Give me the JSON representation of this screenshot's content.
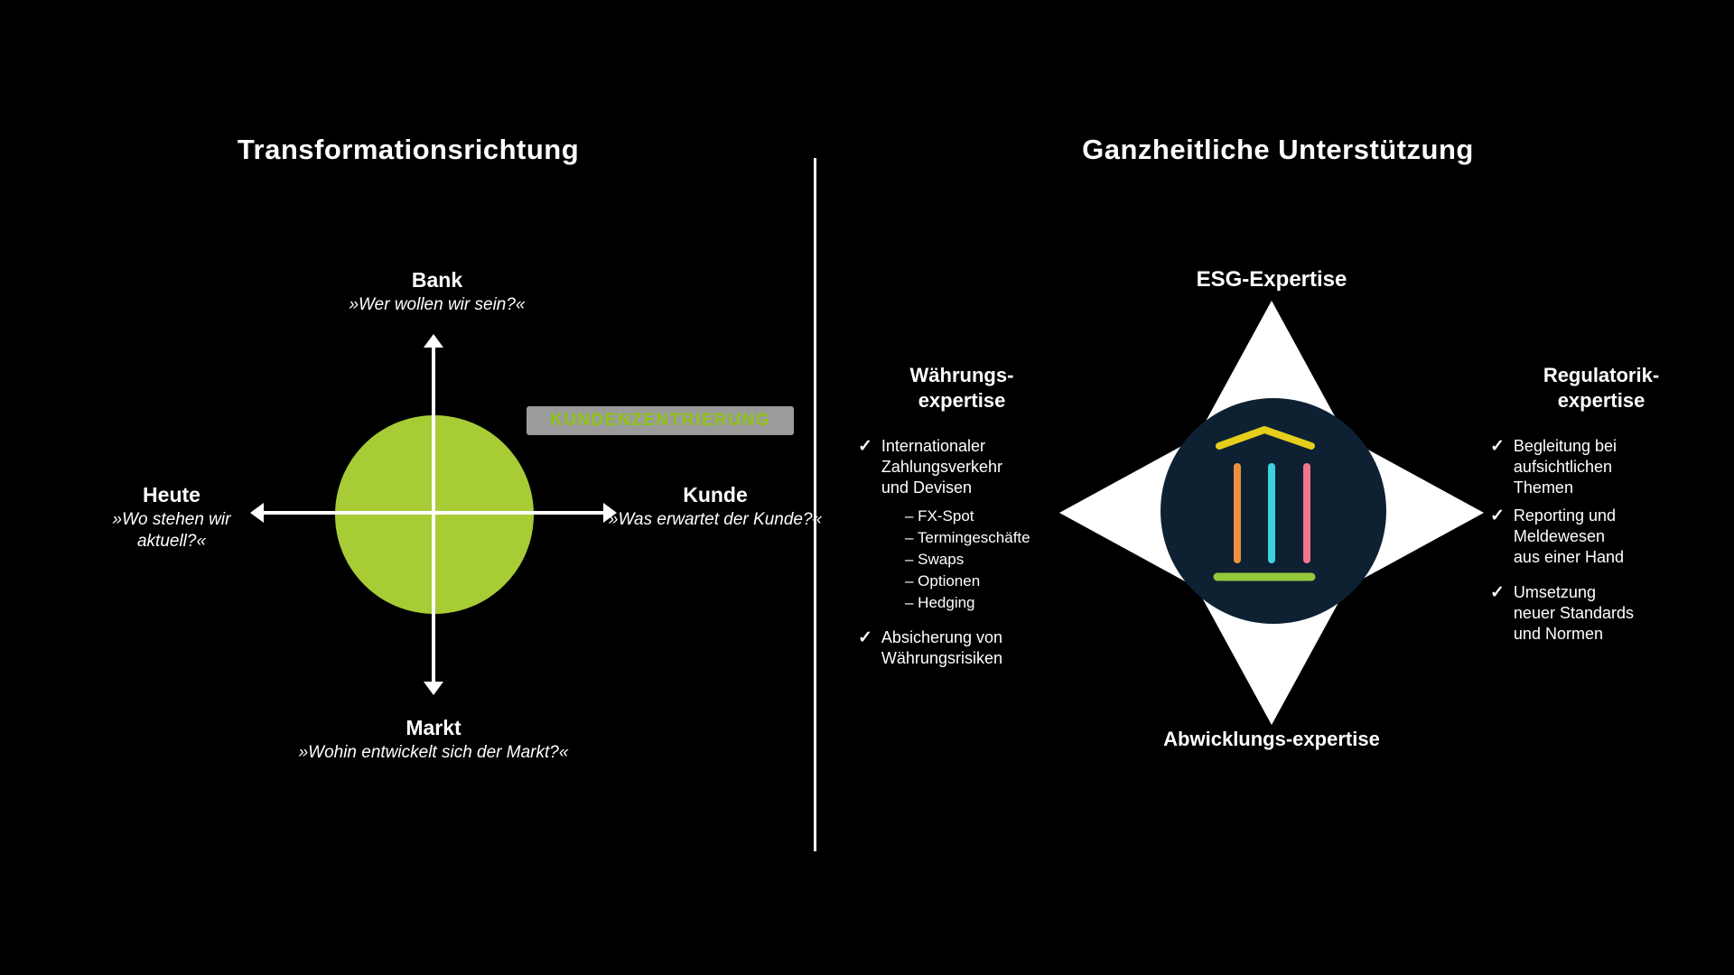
{
  "left_panel": {
    "title": "Transformationsrichtung",
    "badge": "KUNDENZENTRIERUNG",
    "axis_top": {
      "term": "Bank",
      "question": "»Wer wollen wir sein?«"
    },
    "axis_right": {
      "term": "Kunde",
      "question": "»Was erwartet der Kunde?«"
    },
    "axis_bottom": {
      "term": "Markt",
      "question": "»Wohin entwickelt sich der Markt?«"
    },
    "axis_left": {
      "term": "Heute",
      "question": "»Wo stehen wir aktuell?«"
    }
  },
  "right_panel": {
    "title": "Ganzheitliche Unterstützung",
    "label_top": "ESG-Expertise",
    "label_bottom": "Abwicklungs-expertise",
    "check_glyph": "✓",
    "left_block": {
      "heading_line1": "Währungs-",
      "heading_line2": "expertise",
      "item1_line1": "Internationaler",
      "item1_line2": "Zahlungsverkehr",
      "item1_line3": "und Devisen",
      "sub_item1": "– FX-Spot",
      "sub_item2": "– Termingeschäfte",
      "sub_item3": "– Swaps",
      "sub_item4": "– Optionen",
      "sub_item5": "– Hedging",
      "item2_line1": "Absicherung von",
      "item2_line2": "Währungsrisiken"
    },
    "right_block": {
      "heading_line1": "Regulatorik-",
      "heading_line2": "expertise",
      "item1_line1": "Begleitung bei",
      "item1_line2": "aufsichtlichen",
      "item1_line3": "Themen",
      "item2_line1": "Reporting und",
      "item2_line2": "Meldewesen",
      "item2_line3": "aus einer Hand",
      "item3_line1": "Umsetzung",
      "item3_line2": "neuer Standards",
      "item3_line3": "und Normen"
    }
  },
  "colors": {
    "background": "#000000",
    "circle_green": "#a8cc35",
    "badge_bg": "#9b9b9b",
    "badge_text_green": "#8fc412",
    "navy_circle": "#0e2133",
    "star_white": "#ffffff",
    "icon_roof_yellow": "#e5ce1c",
    "icon_column_orange": "#ec9140",
    "icon_column_cyan": "#3ed2e0",
    "icon_column_pink": "#f2758b",
    "icon_base_green": "#96c83c",
    "text_white": "#ffffff"
  }
}
